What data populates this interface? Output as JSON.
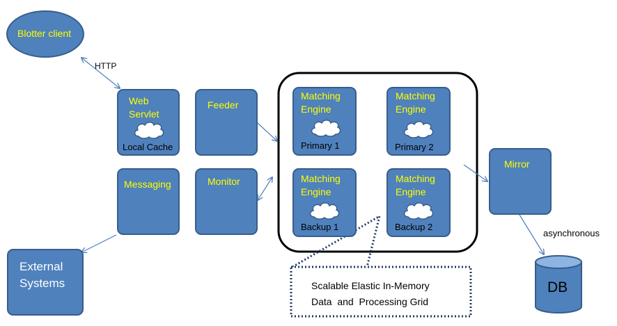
{
  "nodes": {
    "blotter_client": "Blotter client",
    "web_servlet": "Web\nServlet",
    "local_cache": "Local Cache",
    "feeder": "Feeder",
    "messaging": "Messaging",
    "monitor": "Monitor",
    "external_systems": "External\nSystems",
    "matching_engine_label": "Matching\nEngine",
    "primary1": "Primary 1",
    "primary2": "Primary 2",
    "backup1": "Backup 1",
    "backup2": "Backup 2",
    "mirror": "Mirror",
    "db": "DB"
  },
  "labels": {
    "http": "HTTP",
    "asynchronous": "asynchronous",
    "grid_callout_line1": "Scalable Elastic In-Memory",
    "grid_callout_line2": "Data  and  Processing Grid"
  },
  "colors": {
    "box_fill": "#4f81bd",
    "box_border": "#385d8a",
    "label_text": "#ffff00"
  }
}
